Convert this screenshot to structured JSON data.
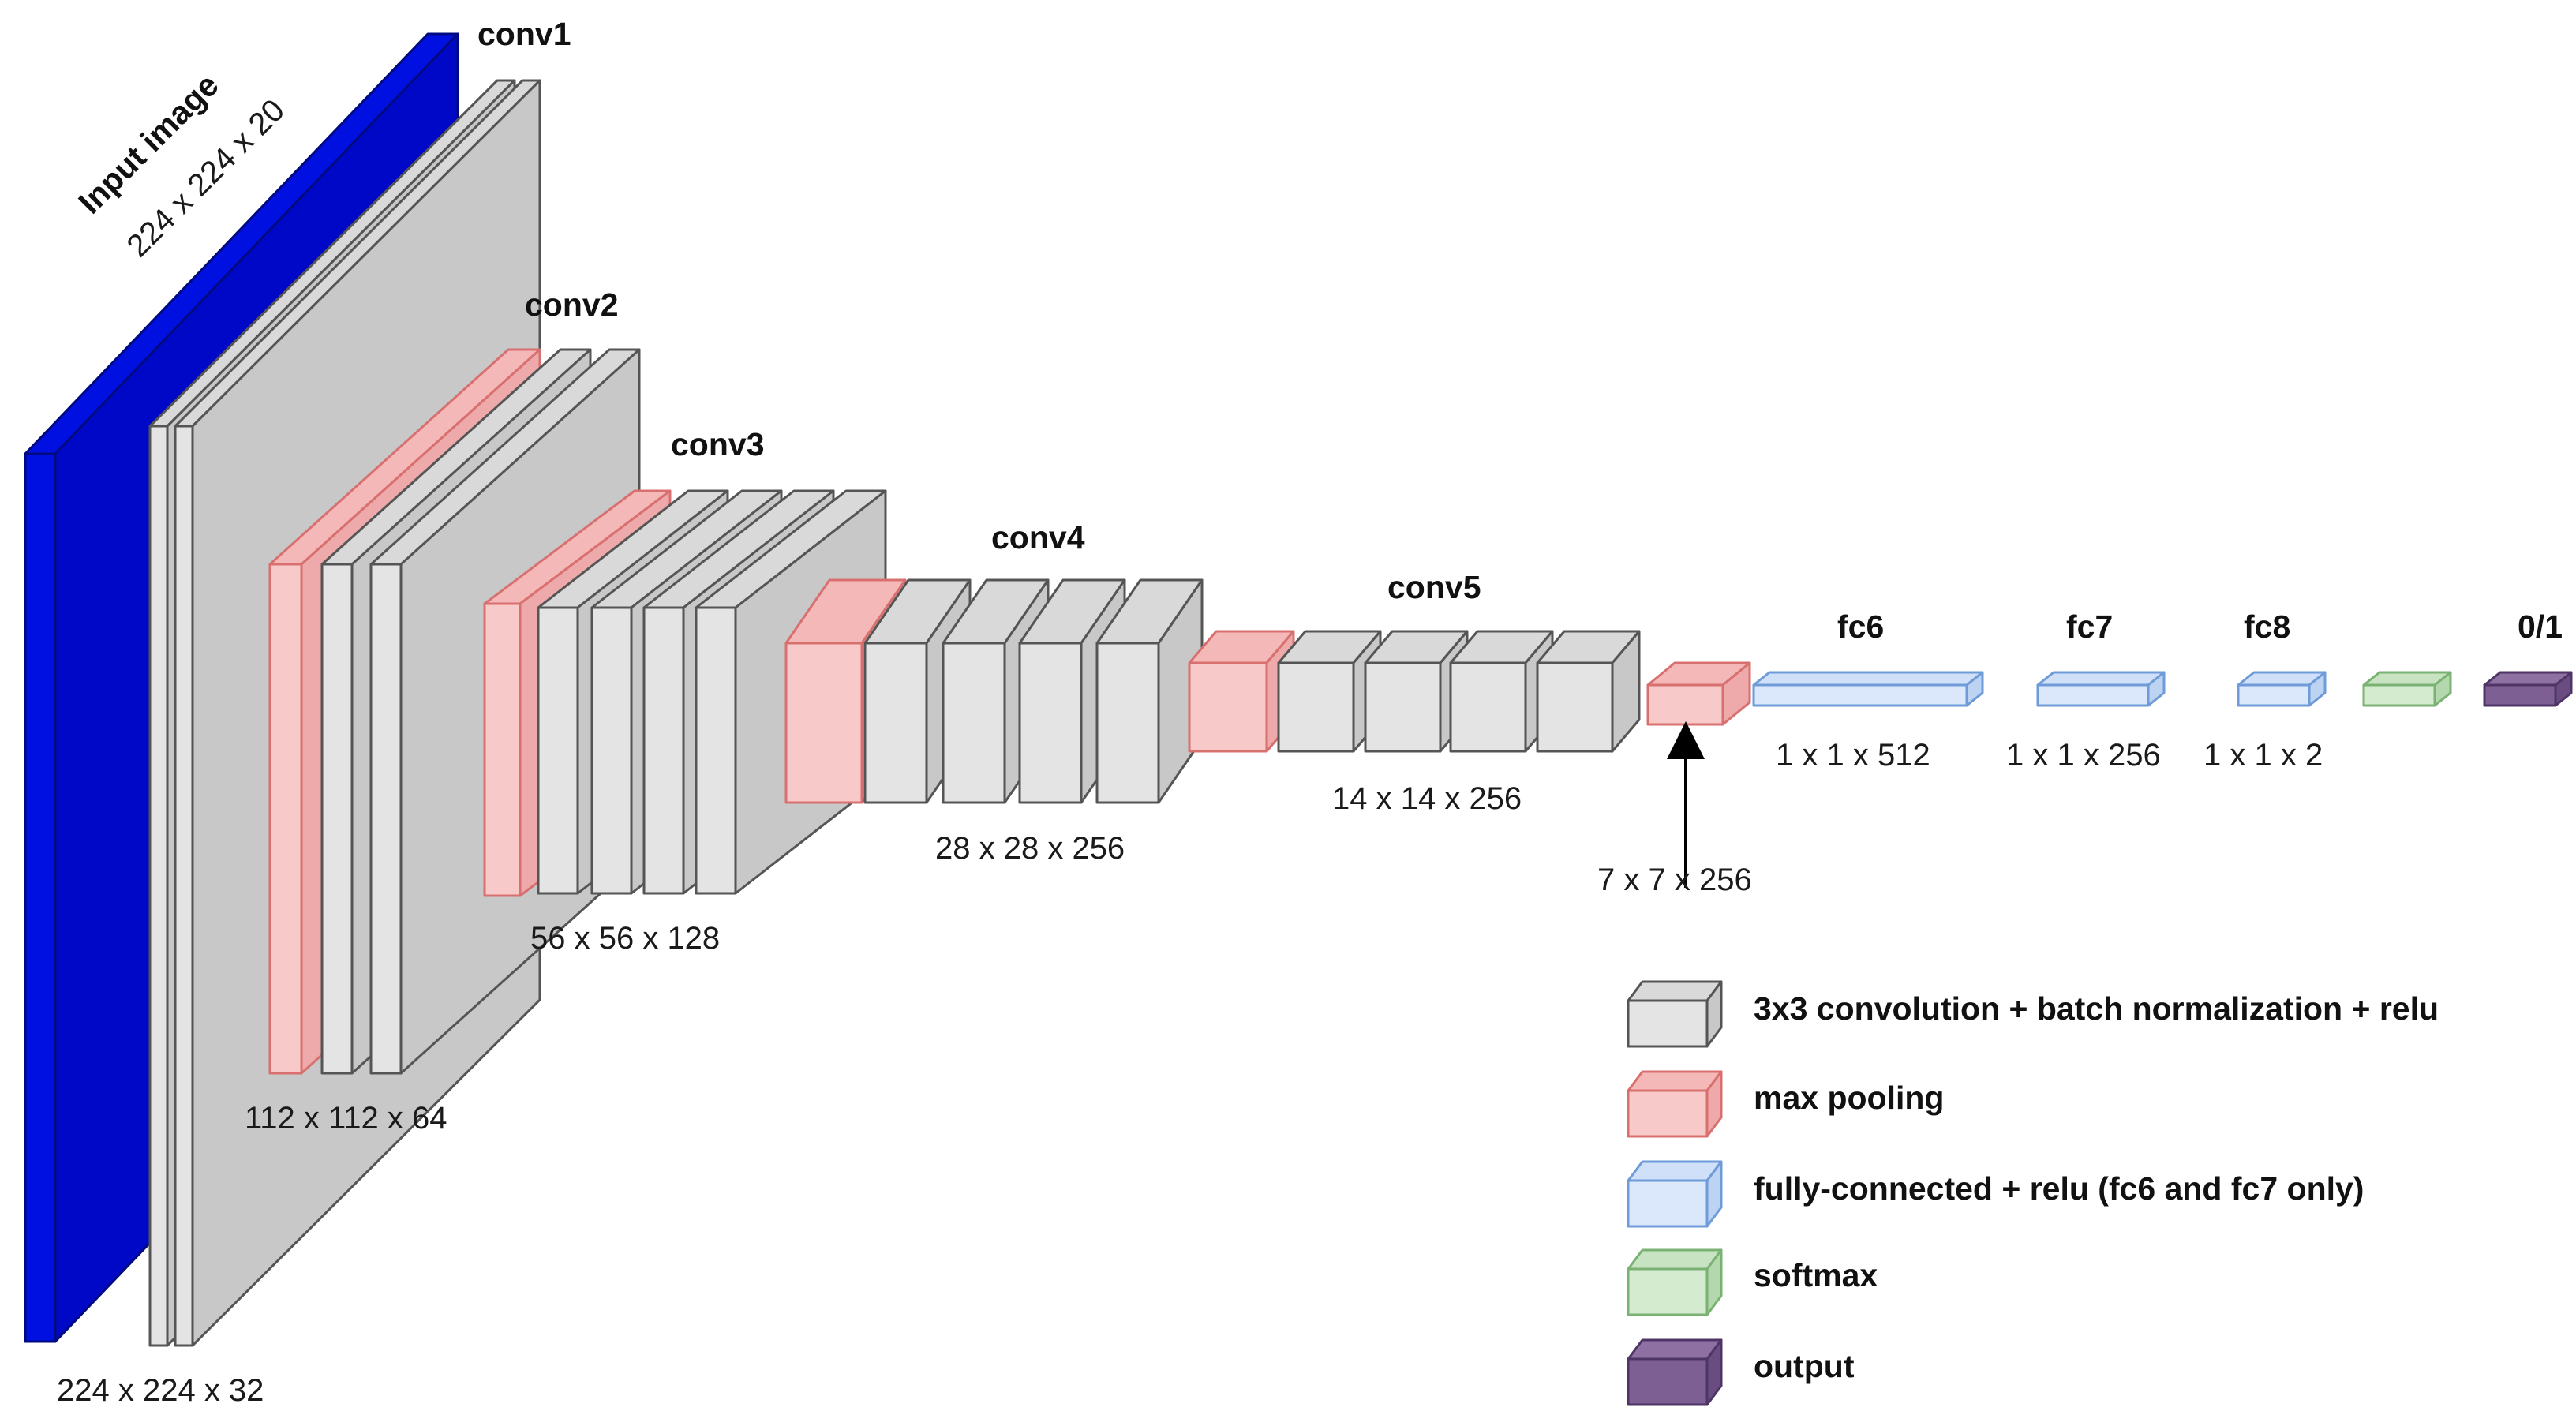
{
  "colors": {
    "input": {
      "front": "#0010e0",
      "top": "#0010e0",
      "side": "#0008c8",
      "stroke": "#000a80"
    },
    "conv": {
      "front": "#e4e4e4",
      "top": "#d9d9d9",
      "side": "#c8c8c8",
      "stroke": "#555555"
    },
    "pool": {
      "front": "#f7c9c9",
      "top": "#f5b8b8",
      "side": "#eeaaaa",
      "stroke": "#d87070"
    },
    "fc": {
      "front": "#dbe8fb",
      "top": "#cfe0f8",
      "side": "#bcd3f2",
      "stroke": "#6f9bd8"
    },
    "softmax": {
      "front": "#d4ebd0",
      "top": "#c7e3c2",
      "side": "#b4d8ad",
      "stroke": "#79b272"
    },
    "output": {
      "front": "#7e5f93",
      "top": "#8f70a3",
      "side": "#6a4d80",
      "stroke": "#4f3566"
    }
  },
  "labels": {
    "input_title": "Input image",
    "input_dims": "224 x 224 x 20",
    "conv1": "conv1",
    "conv1_dims": "224 x 224 x 32",
    "conv2": "conv2",
    "conv2_dims": "112 x 112 x 64",
    "conv3": "conv3",
    "conv3_dims": "56 x 56 x 128",
    "conv4": "conv4",
    "conv4_dims": "28 x 28 x 256",
    "conv5": "conv5",
    "conv5_dims": "14 x 14 x 256",
    "pool5_dims": "7 x 7 x 256",
    "fc6": "fc6",
    "fc6_dims": "1 x 1 x 512",
    "fc7": "fc7",
    "fc7_dims": "1 x 1 x 256",
    "fc8": "fc8",
    "fc8_dims": "1 x 1 x 2",
    "output": "0/1"
  },
  "legend": [
    {
      "kind": "conv",
      "label": "3x3 convolution + batch normalization + relu"
    },
    {
      "kind": "pool",
      "label": "max pooling"
    },
    {
      "kind": "fc",
      "label": "fully-connected + relu (fc6 and fc7 only)"
    },
    {
      "kind": "softmax",
      "label": "softmax"
    },
    {
      "kind": "output",
      "label": "output"
    }
  ]
}
